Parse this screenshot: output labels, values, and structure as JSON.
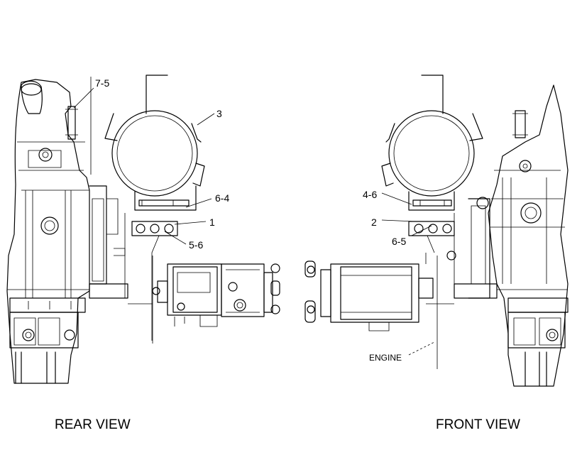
{
  "callouts": {
    "c7_5": "7-5",
    "c3": "3",
    "c6_4": "6-4",
    "c1": "1",
    "c5_6": "5-6",
    "c4_6": "4-6",
    "c2": "2",
    "c6_5": "6-5"
  },
  "labels": {
    "engine": "ENGINE",
    "rear_view": "REAR VIEW",
    "front_view": "FRONT VIEW"
  }
}
